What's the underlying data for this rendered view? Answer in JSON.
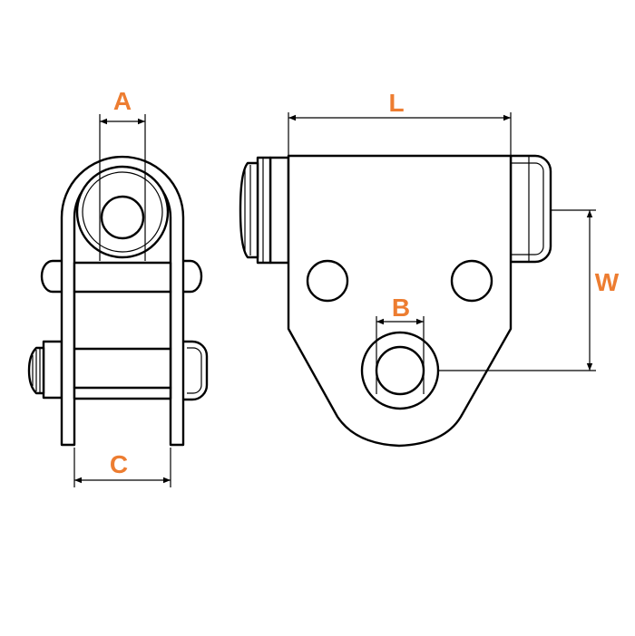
{
  "labels": {
    "A": "A",
    "B": "B",
    "C": "C",
    "L": "L",
    "W": "W"
  },
  "colors": {
    "label": "#ed7d31",
    "line": "#000000"
  }
}
